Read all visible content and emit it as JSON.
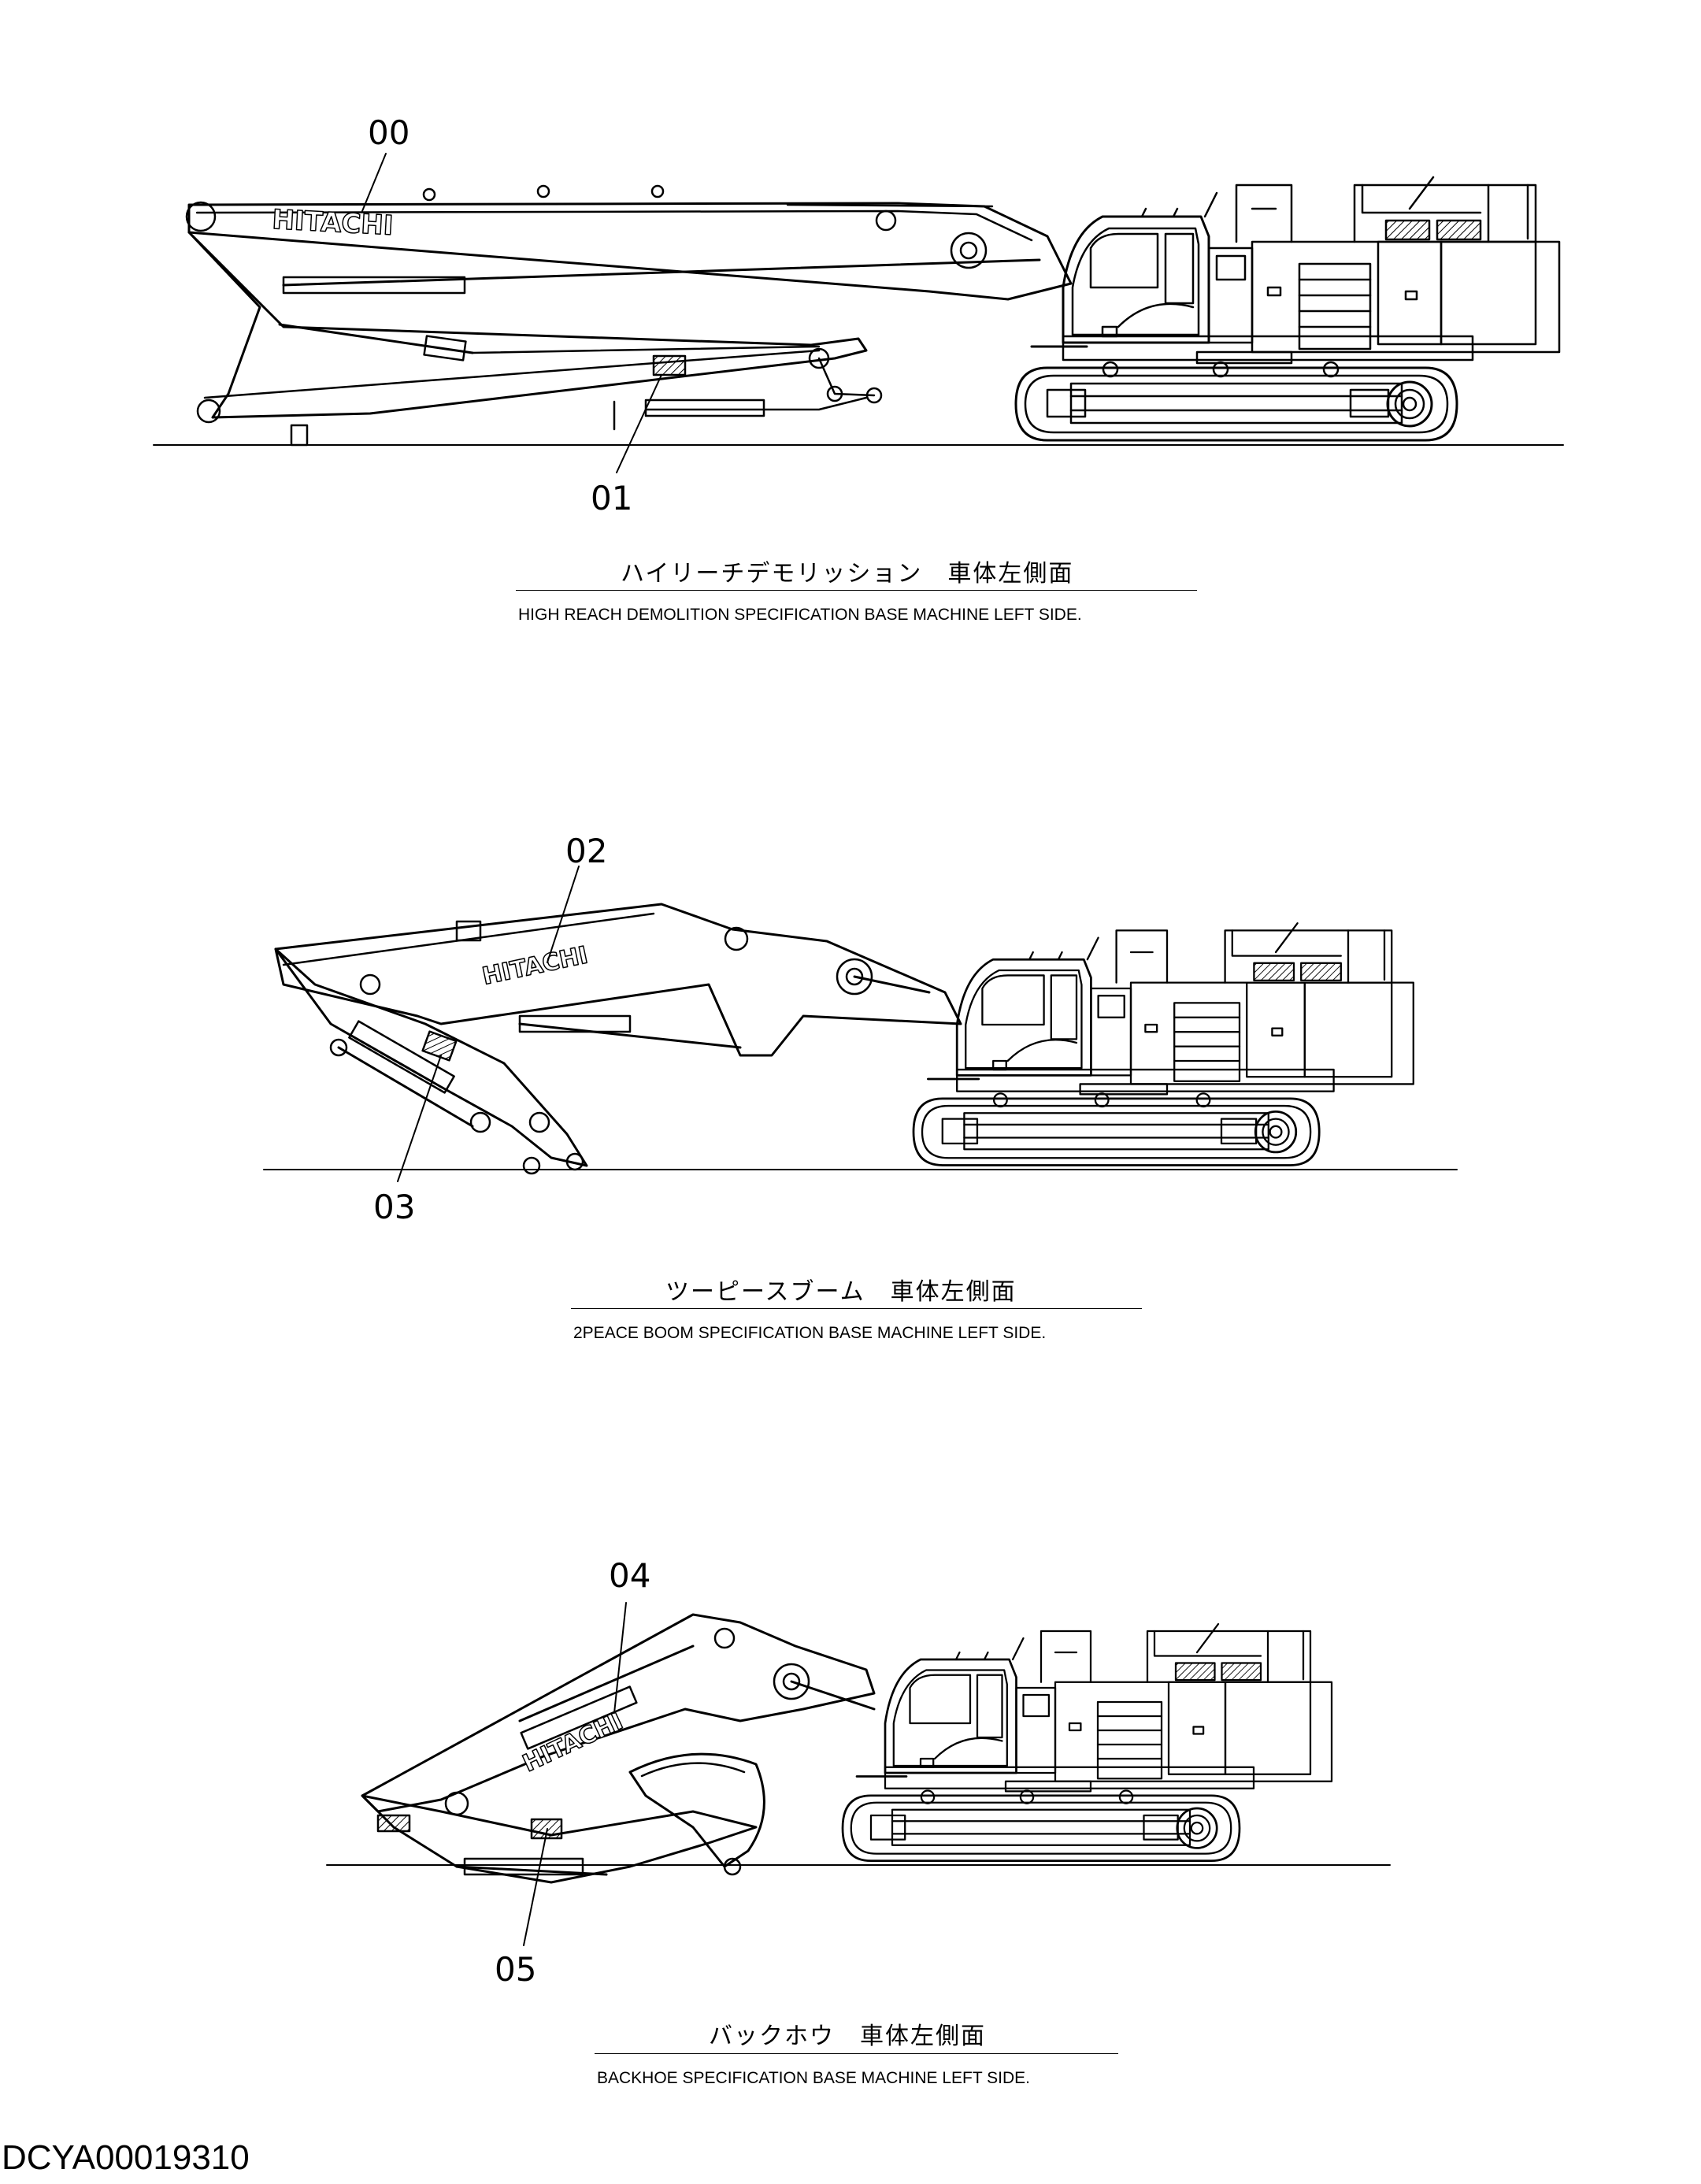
{
  "figures": [
    {
      "callouts": [
        "00",
        "01"
      ],
      "caption_jp": "ハイリーチデモリッション　車体左側面",
      "caption_en": "HIGH REACH DEMOLITION SPECIFICATION BASE MACHINE LEFT SIDE.",
      "boom_logo": "HITACHI"
    },
    {
      "callouts": [
        "02",
        "03"
      ],
      "caption_jp": "ツーピースブーム　車体左側面",
      "caption_en": "2PEACE BOOM SPECIFICATION BASE MACHINE LEFT SIDE.",
      "boom_logo": "HITACHI"
    },
    {
      "callouts": [
        "04",
        "05"
      ],
      "caption_jp": "バックホウ　車体左側面",
      "caption_en": "BACKHOE SPECIFICATION BASE MACHINE LEFT SIDE.",
      "boom_logo": "HITACHI"
    }
  ],
  "document_id": "DCYA00019310"
}
